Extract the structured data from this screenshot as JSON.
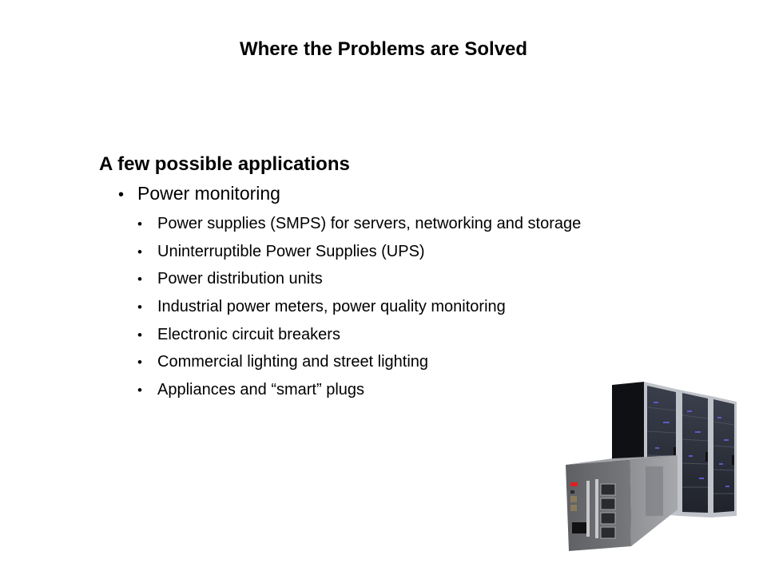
{
  "slide": {
    "title": "Where the Problems are Solved",
    "heading": "A few possible applications",
    "level1": {
      "bullet": "•",
      "text": "Power monitoring"
    },
    "level2": [
      {
        "bullet": "•",
        "text": "Power supplies (SMPS) for servers, networking and storage"
      },
      {
        "bullet": "•",
        "text": "Uninterruptible Power Supplies (UPS)"
      },
      {
        "bullet": "•",
        "text": "Power distribution units"
      },
      {
        "bullet": "•",
        "text": "Industrial power meters, power quality monitoring"
      },
      {
        "bullet": "•",
        "text": "Electronic circuit breakers"
      },
      {
        "bullet": "•",
        "text": "Commercial lighting and street lighting"
      },
      {
        "bullet": "•",
        "text": "Appliances and “smart” plugs"
      }
    ],
    "illustration": {
      "subject": "server-racks-and-ups-image",
      "colors": {
        "rack_dark": "#1a1d24",
        "rack_frame": "#b8bcc2",
        "rack_glow": "#5a5cd8",
        "ups_body": "#6e7074",
        "ups_side": "#8a8c90",
        "power_switch": "#e02020"
      }
    }
  }
}
